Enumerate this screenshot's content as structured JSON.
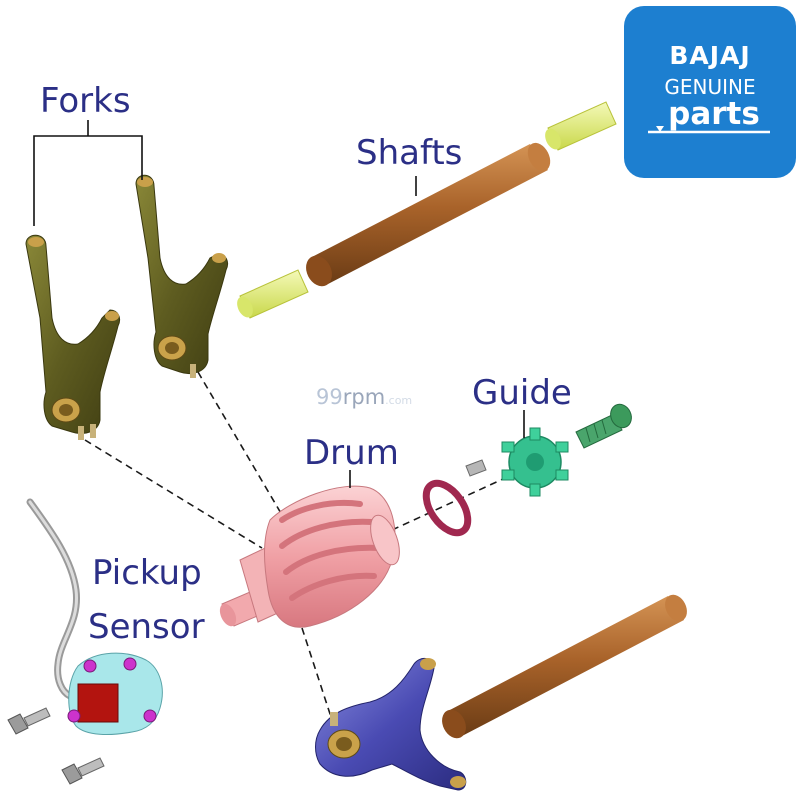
{
  "labels": {
    "forks": "Forks",
    "shafts": "Shafts",
    "guide": "Guide",
    "drum": "Drum",
    "pickup": "Pickup",
    "sensor": "Sensor"
  },
  "logo": {
    "brand": "BAJAJ",
    "line2": "GENUINE",
    "line3": "parts",
    "bg_color": "#1d7fd0"
  },
  "watermark": {
    "part1": "99",
    "part2": "rpm",
    "part3": ".com"
  },
  "colors": {
    "label": "#2b2f86",
    "fork": "#6e6b28",
    "shaft": "#b06a2c",
    "drum": "#f3a5a8",
    "guide": "#35c08f",
    "sensor_bracket": "#a9e7ea",
    "lower_fork": "#4a4bb3",
    "o_ring": "#a0284f",
    "sleeve": "#e2ee78"
  }
}
